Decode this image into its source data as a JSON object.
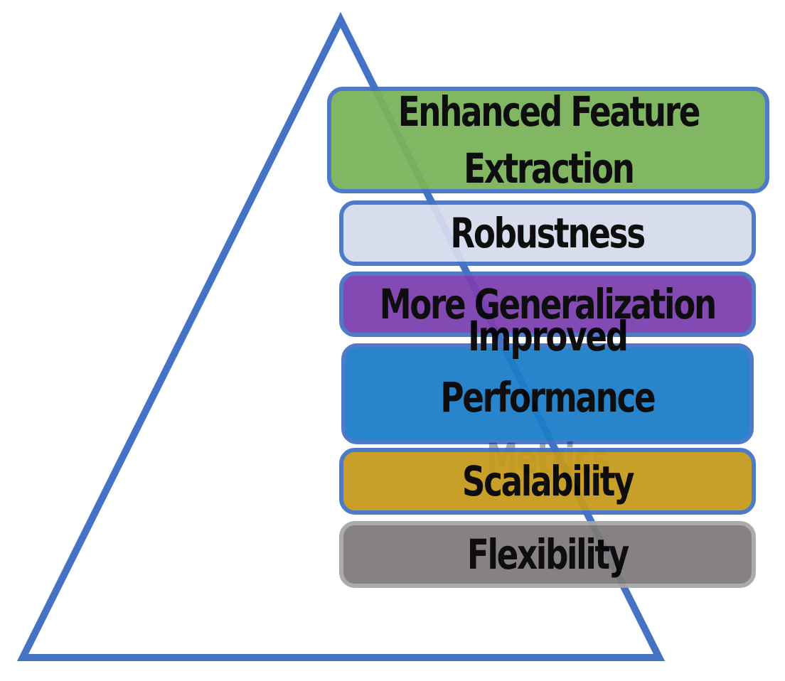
{
  "diagram": {
    "outline_color": "#4472c4",
    "blocks": [
      {
        "label_lines": [
          "Enhanced Feature",
          "Extraction"
        ],
        "fill": "#7ab35a"
      },
      {
        "label_lines": [
          "Robustness"
        ],
        "fill": "#d6dbee"
      },
      {
        "label_lines": [
          "More Generalization"
        ],
        "fill": "#7d3fb0"
      },
      {
        "label_lines": [
          "Improved",
          "Performance",
          "Metrics"
        ],
        "fill": "#1b7ec8"
      },
      {
        "label_lines": [
          "Scalability"
        ],
        "fill": "#c59a1b"
      },
      {
        "label_lines": [
          "Flexibility"
        ],
        "fill": "#807b7a"
      }
    ]
  }
}
